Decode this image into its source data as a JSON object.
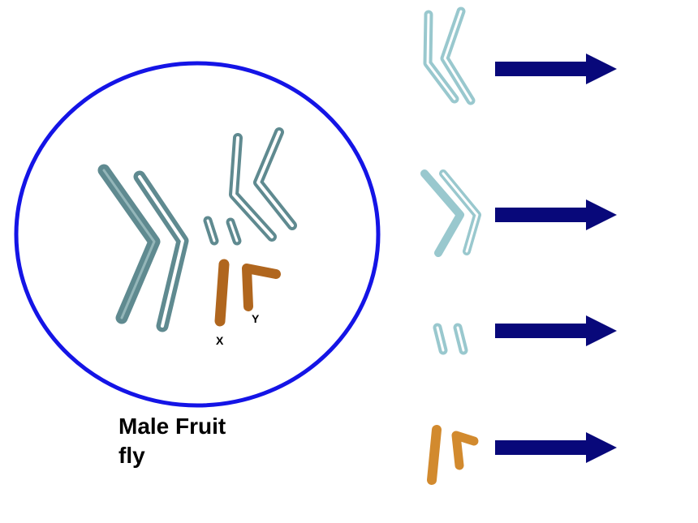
{
  "caption": {
    "line1": "Male Fruit",
    "line2": "fly"
  },
  "cell": {
    "x_label": "X",
    "y_label": "Y"
  },
  "colors": {
    "cell_outline": "#1414e6",
    "chromosome_dark": "#5f8a90",
    "chromosome_light": "#8fc3c9",
    "sex_chromosome": "#b0661e",
    "sex_chromosome_light": "#d28a2e",
    "arrow": "#08087a"
  },
  "separated_pairs": [
    {
      "name": "chromosome-pair-2",
      "arrow": true
    },
    {
      "name": "chromosome-pair-3",
      "arrow": true
    },
    {
      "name": "chromosome-pair-4",
      "arrow": true
    },
    {
      "name": "sex-chromosome-pair-xy",
      "arrow": true
    }
  ]
}
